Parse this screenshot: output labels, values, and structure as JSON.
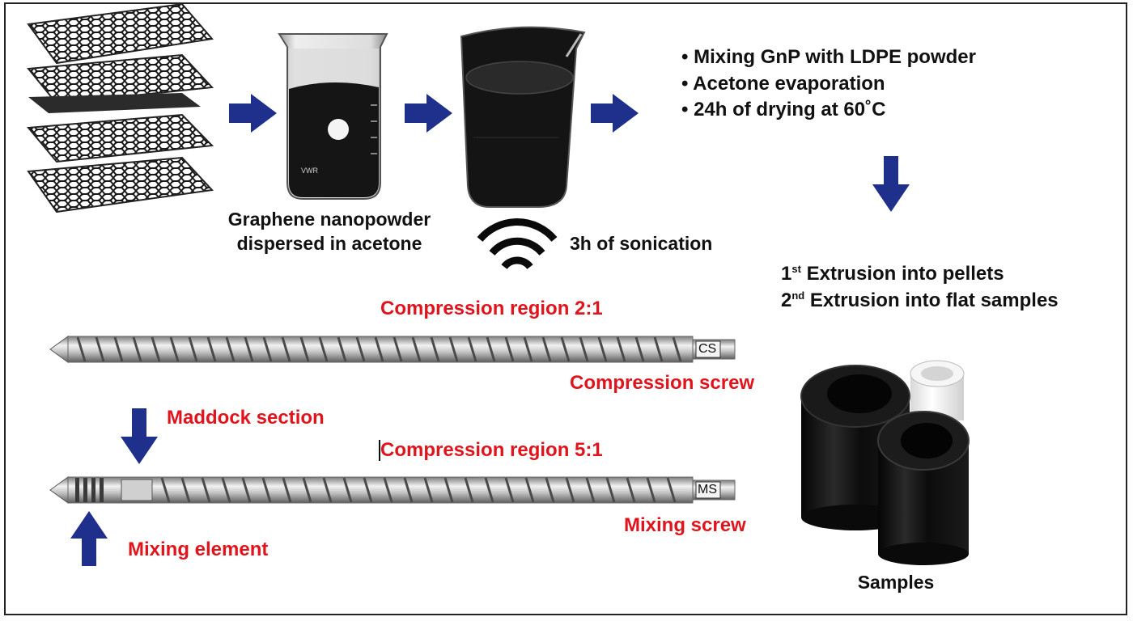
{
  "steps": {
    "mixing": "• Mixing GnP with LDPE powder",
    "evaporation": "• Acetone evaporation",
    "drying": "• 24h of drying at 60˚C"
  },
  "captions": {
    "powder_line1": "Graphene nanopowder",
    "powder_line2": "dispersed in acetone",
    "sonication": "3h of sonication",
    "samples": "Samples"
  },
  "beaker_text": "VWR",
  "extrusion": {
    "first_num": "1",
    "first_sup": "st",
    "first_text": " Extrusion into pellets",
    "second_num": "2",
    "second_sup": "nd",
    "second_text": " Extrusion into flat samples"
  },
  "screws": {
    "compression_region_1": "Compression region 2:1",
    "compression_screw": "Compression screw",
    "cs_tag": "CS",
    "maddock": "Maddock section",
    "compression_region_2": "Compression region 5:1",
    "ms_tag": "MS",
    "mixing_screw": "Mixing screw",
    "mixing_element": "Mixing element"
  },
  "colors": {
    "arrow_blue": "#1f2f8c",
    "label_red": "#e0141c",
    "text_dark": "#111111"
  }
}
